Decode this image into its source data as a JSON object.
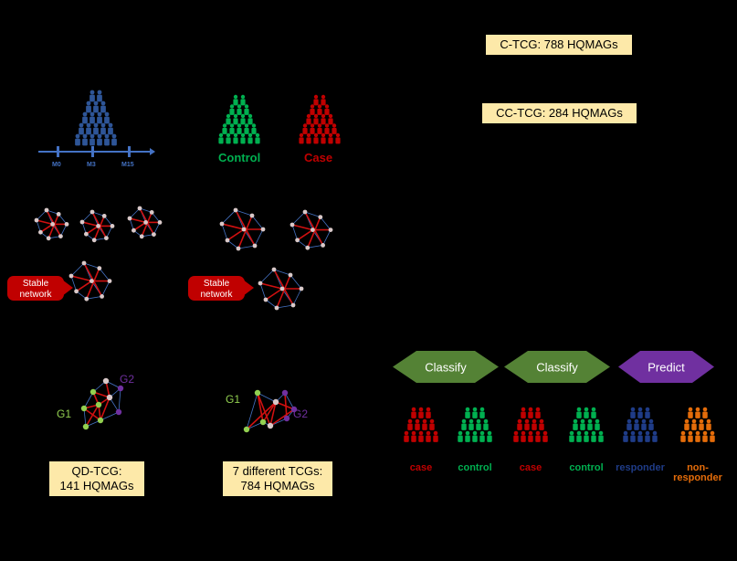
{
  "top_notes": {
    "c_tcg": "C-TCG: 788 HQMAGs",
    "cc_tcg": "CC-TCG: 284 HQMAGs"
  },
  "left_panel": {
    "timeline_ticks": [
      "M0",
      "M3",
      "M15"
    ],
    "stable_network_label": "Stable network",
    "g1": "G1",
    "g2": "G2",
    "result_line1": "QD-TCG:",
    "result_line2": "141 HQMAGs"
  },
  "middle_panel": {
    "control_label": "Control",
    "case_label": "Case",
    "stable_network_label": "Stable network",
    "g1": "G1",
    "g2": "G2",
    "result_line1": "7 different TCGs:",
    "result_line2": "784 HQMAGs"
  },
  "right_panel": {
    "actions": [
      {
        "label": "Classify",
        "color": "#548235"
      },
      {
        "label": "Classify",
        "color": "#548235"
      },
      {
        "label": "Predict",
        "color": "#7030a0"
      }
    ],
    "cohorts": [
      {
        "label": "case",
        "color": "#c00000"
      },
      {
        "label": "control",
        "color": "#00b050"
      },
      {
        "label": "case",
        "color": "#c00000"
      },
      {
        "label": "control",
        "color": "#00b050"
      },
      {
        "label": "responder",
        "color": "#1f3c88"
      },
      {
        "label": "non-\nresponder",
        "color": "#e46c0a"
      }
    ]
  },
  "colors": {
    "blue_people": "#2e5597",
    "green_people": "#00b050",
    "red_people": "#c00000",
    "note_bg": "#fde9a9",
    "g1_green": "#92d050",
    "g2_purple": "#7030a0"
  }
}
